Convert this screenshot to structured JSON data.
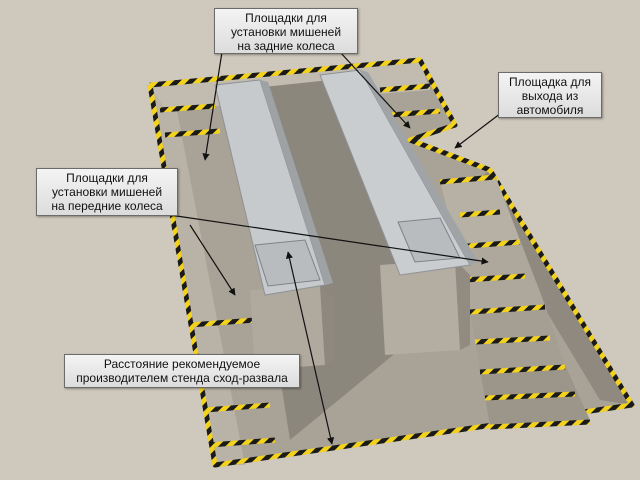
{
  "labels": {
    "rear_pads": [
      "Площадки для",
      "установки мишеней",
      "на задние колеса"
    ],
    "exit_area": [
      "Площадка для",
      "выхода из",
      "автомобиля"
    ],
    "front_pads": [
      "Площадки для",
      "установки мишеней",
      "на передние колеса"
    ],
    "distance": [
      "Расстояние рекомендуемое",
      "производителем стенда сход-развала"
    ]
  },
  "colors": {
    "floor": "#cfc8bc",
    "wall_light": "#bdb6aa",
    "wall_dark": "#9c968b",
    "runway": "#c9cdd0",
    "hazard_yellow": "#f2d21a",
    "hazard_black": "#1a1a1a"
  }
}
